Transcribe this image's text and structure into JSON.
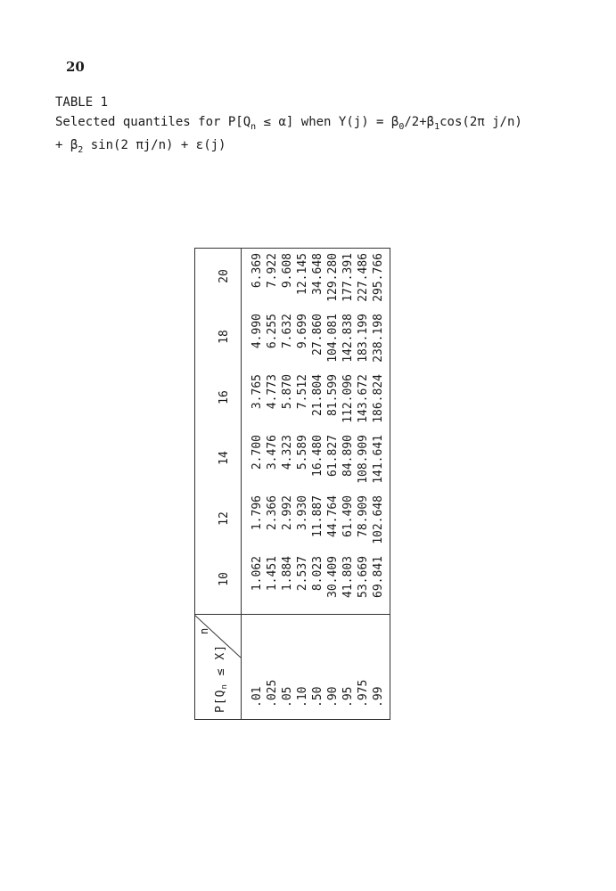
{
  "page_number": "20",
  "table_label": "TABLE 1",
  "caption": {
    "line1_a": "Selected quantiles for P[Q",
    "line1_sub_n": "n",
    "line1_b": " ≤ α] when Y(j) = β",
    "line1_sub_0": "0",
    "line1_c": "/2+β",
    "line1_sub_1": "1",
    "line1_d": "cos(2π j/n)",
    "line2_a": "+ β",
    "line2_sub_2": "2",
    "line2_b": " sin(2 πj/n) + ε(j)"
  },
  "table": {
    "header_prob_a": "P[Q",
    "header_prob_sub": "n",
    "header_prob_b": " ≤ X]",
    "header_n": "n",
    "columns": [
      "10",
      "12",
      "14",
      "16",
      "18",
      "20"
    ],
    "probabilities": [
      ".01",
      ".025",
      ".05",
      ".10",
      ".50",
      ".90",
      ".95",
      ".975",
      ".99"
    ],
    "values": [
      [
        "1.062",
        "1.451",
        "1.884",
        "2.537",
        "8.023",
        "30.409",
        "41.803",
        "53.669",
        "69.841"
      ],
      [
        "1.796",
        "2.366",
        "2.992",
        "3.930",
        "11.887",
        "44.764",
        "61.490",
        "78.909",
        "102.648"
      ],
      [
        "2.700",
        "3.476",
        "4.323",
        "5.589",
        "16.480",
        "61.827",
        "84.890",
        "108.909",
        "141.641"
      ],
      [
        "3.765",
        "4.773",
        "5.870",
        "7.512",
        "21.804",
        "81.599",
        "112.096",
        "143.672",
        "186.824"
      ],
      [
        "4.990",
        "6.255",
        "7.632",
        "9.699",
        "27.860",
        "104.081",
        "142.838",
        "183.199",
        "238.198"
      ],
      [
        "6.369",
        "7.922",
        "9.608",
        "12.145",
        "34.648",
        "129.280",
        "177.391",
        "227.486",
        "295.766"
      ]
    ]
  }
}
